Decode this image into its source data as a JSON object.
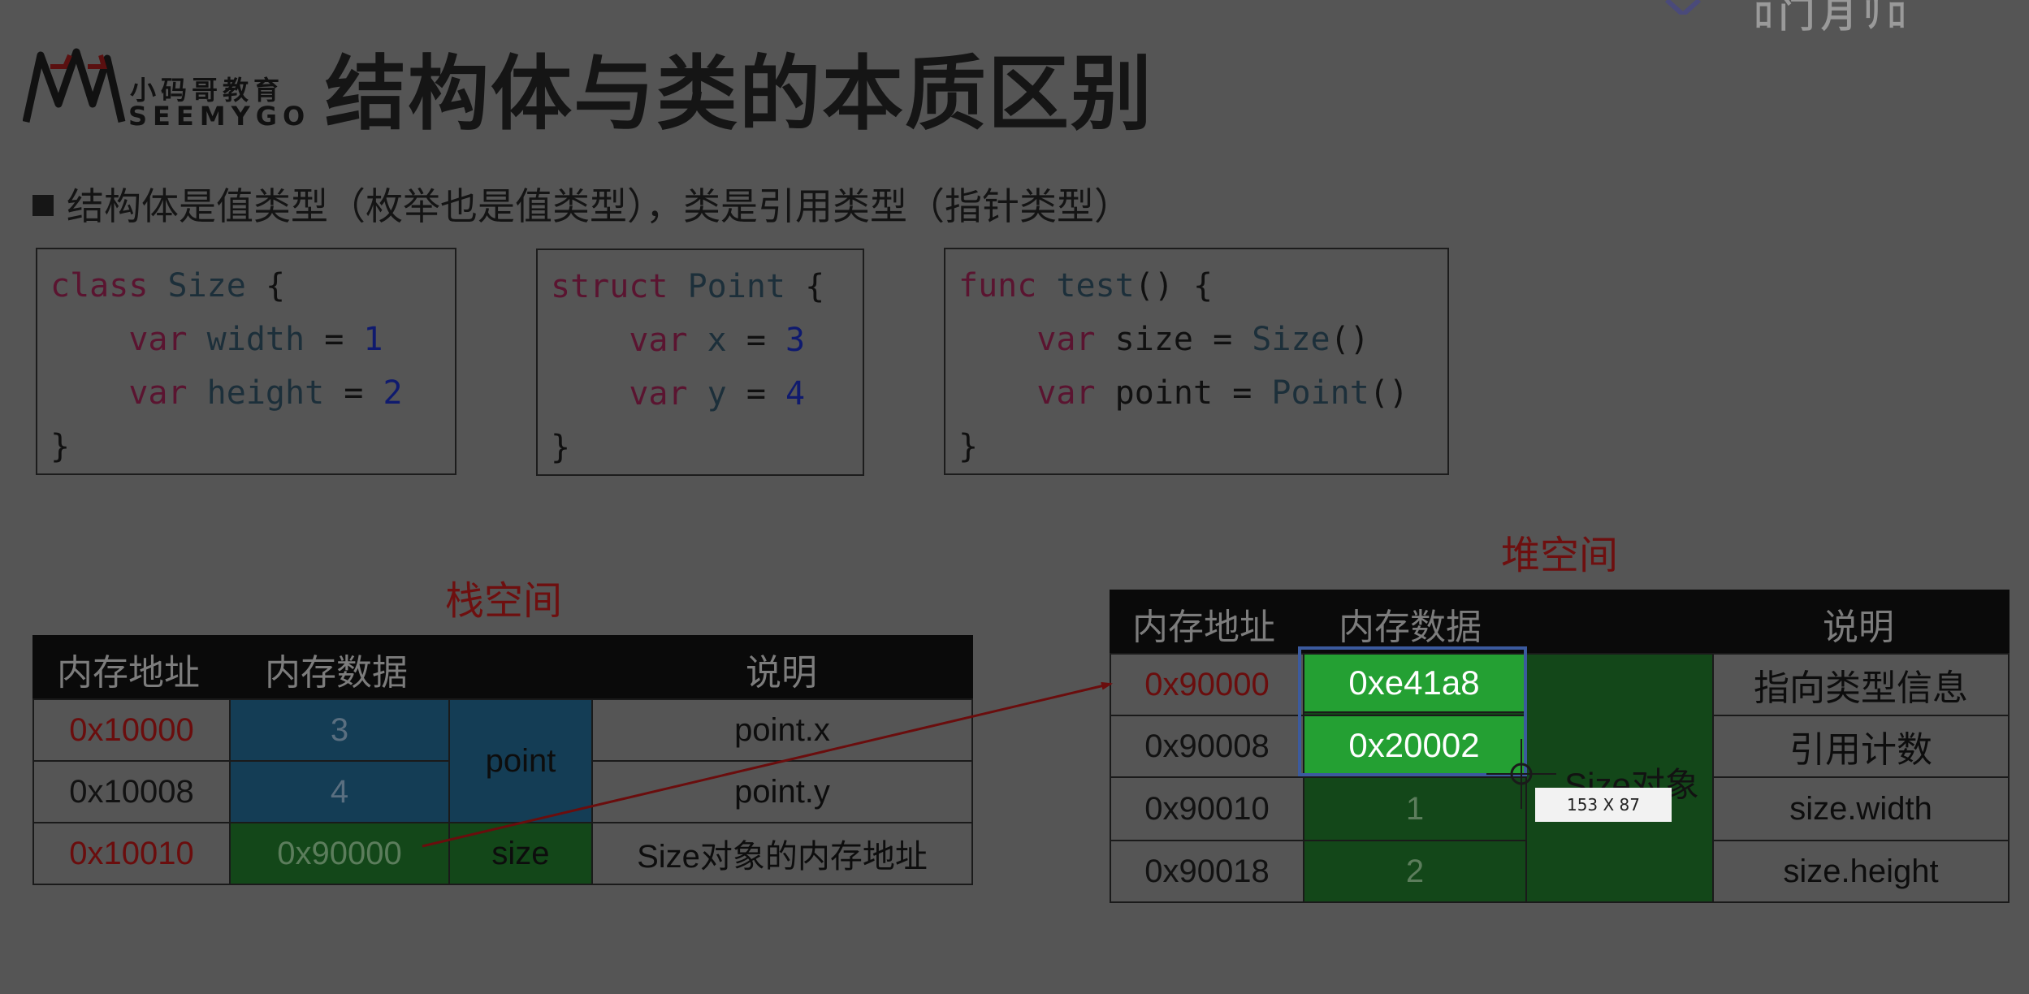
{
  "header": {
    "logo_cn": "小码哥教育",
    "logo_en": "SEEMYGO",
    "title": "结构体与类的本质区别",
    "corner_text": "ﾛ门月ﾘﾛ"
  },
  "bullet": {
    "text": "结构体是值类型（枚举也是值类型），类是引用类型（指针类型）"
  },
  "code": {
    "class_box": {
      "l1_kw": "class",
      "l1_name": "Size",
      "l1_brace": "{",
      "l2_kw": "var",
      "l2_name": "width",
      "l2_eq": "=",
      "l2_val": "1",
      "l3_kw": "var",
      "l3_name": "height",
      "l3_eq": "=",
      "l3_val": "2",
      "l4": "}"
    },
    "struct_box": {
      "l1_kw": "struct",
      "l1_name": "Point",
      "l1_brace": "{",
      "l2_kw": "var",
      "l2_name": "x",
      "l2_eq": "=",
      "l2_val": "3",
      "l3_kw": "var",
      "l3_name": "y",
      "l3_eq": "=",
      "l3_val": "4",
      "l4": "}"
    },
    "func_box": {
      "l1_kw": "func",
      "l1_name": "test",
      "l1_rest": "() {",
      "l2_kw": "var",
      "l2_name": "size",
      "l2_eq": "=",
      "l2_call": "Size",
      "l2_paren": "()",
      "l3_kw": "var",
      "l3_name": "point",
      "l3_eq": "=",
      "l3_call": "Point",
      "l3_paren": "()",
      "l4": "}"
    }
  },
  "stack": {
    "label": "栈空间",
    "headers": [
      "内存地址",
      "内存数据",
      "说明"
    ],
    "rows": [
      {
        "addr": "0x10000",
        "data": "3",
        "desc": "point.x"
      },
      {
        "addr": "0x10008",
        "data": "4",
        "desc": "point.y"
      },
      {
        "addr": "0x10010",
        "data": "0x90000",
        "desc": "Size对象的内存地址"
      }
    ],
    "group_point": "point",
    "group_size": "size"
  },
  "heap": {
    "label": "堆空间",
    "headers": [
      "内存地址",
      "内存数据",
      "说明"
    ],
    "rows": [
      {
        "addr": "0x90000",
        "data": "0xe41a8",
        "desc": "指向类型信息"
      },
      {
        "addr": "0x90008",
        "data": "0x20002",
        "desc": "引用计数"
      },
      {
        "addr": "0x90010",
        "data": "1",
        "desc": "size.width"
      },
      {
        "addr": "0x90018",
        "data": "2",
        "desc": "size.height"
      }
    ],
    "group_label": "Size对象"
  },
  "tooltip": {
    "text": "153 X 87"
  },
  "colors": {
    "background": "#555555",
    "red_label": "#6e0f0f",
    "arrow": "#6a0d0d",
    "blue_cell": "#143d55",
    "dark_green": "#134719",
    "bright_green": "#24a033",
    "selection_border": "#3b5a9e"
  }
}
